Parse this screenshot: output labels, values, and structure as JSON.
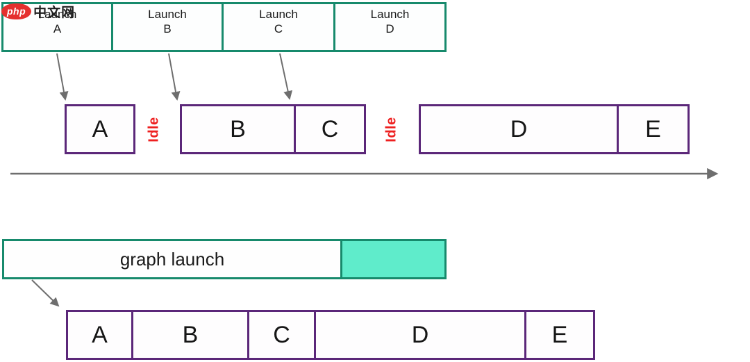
{
  "logo": {
    "brand": "php",
    "suffix": "中文网"
  },
  "top_row": {
    "boxes": [
      {
        "line1": "Launch",
        "line2": "A"
      },
      {
        "line1": "Launch",
        "line2": "B"
      },
      {
        "line1": "Launch",
        "line2": "C"
      },
      {
        "line1": "Launch",
        "line2": "D"
      }
    ]
  },
  "stream_timeline": {
    "block_a": "A",
    "idle_first": "Idle",
    "block_b": "B",
    "block_c": "C",
    "idle_second": "Idle",
    "block_d": "D",
    "block_e": "E"
  },
  "graph_launch": {
    "label": "graph launch"
  },
  "graph_timeline": {
    "block_a": "A",
    "block_b": "B",
    "block_c": "C",
    "block_d": "D",
    "block_e": "E"
  },
  "colors": {
    "teal_border": "#178a6c",
    "teal_fill": "#5feccb",
    "purple_border": "#5b2779",
    "idle_red": "#ee2020",
    "arrow_gray": "#6e6e6e",
    "logo_red": "#e5302e"
  }
}
